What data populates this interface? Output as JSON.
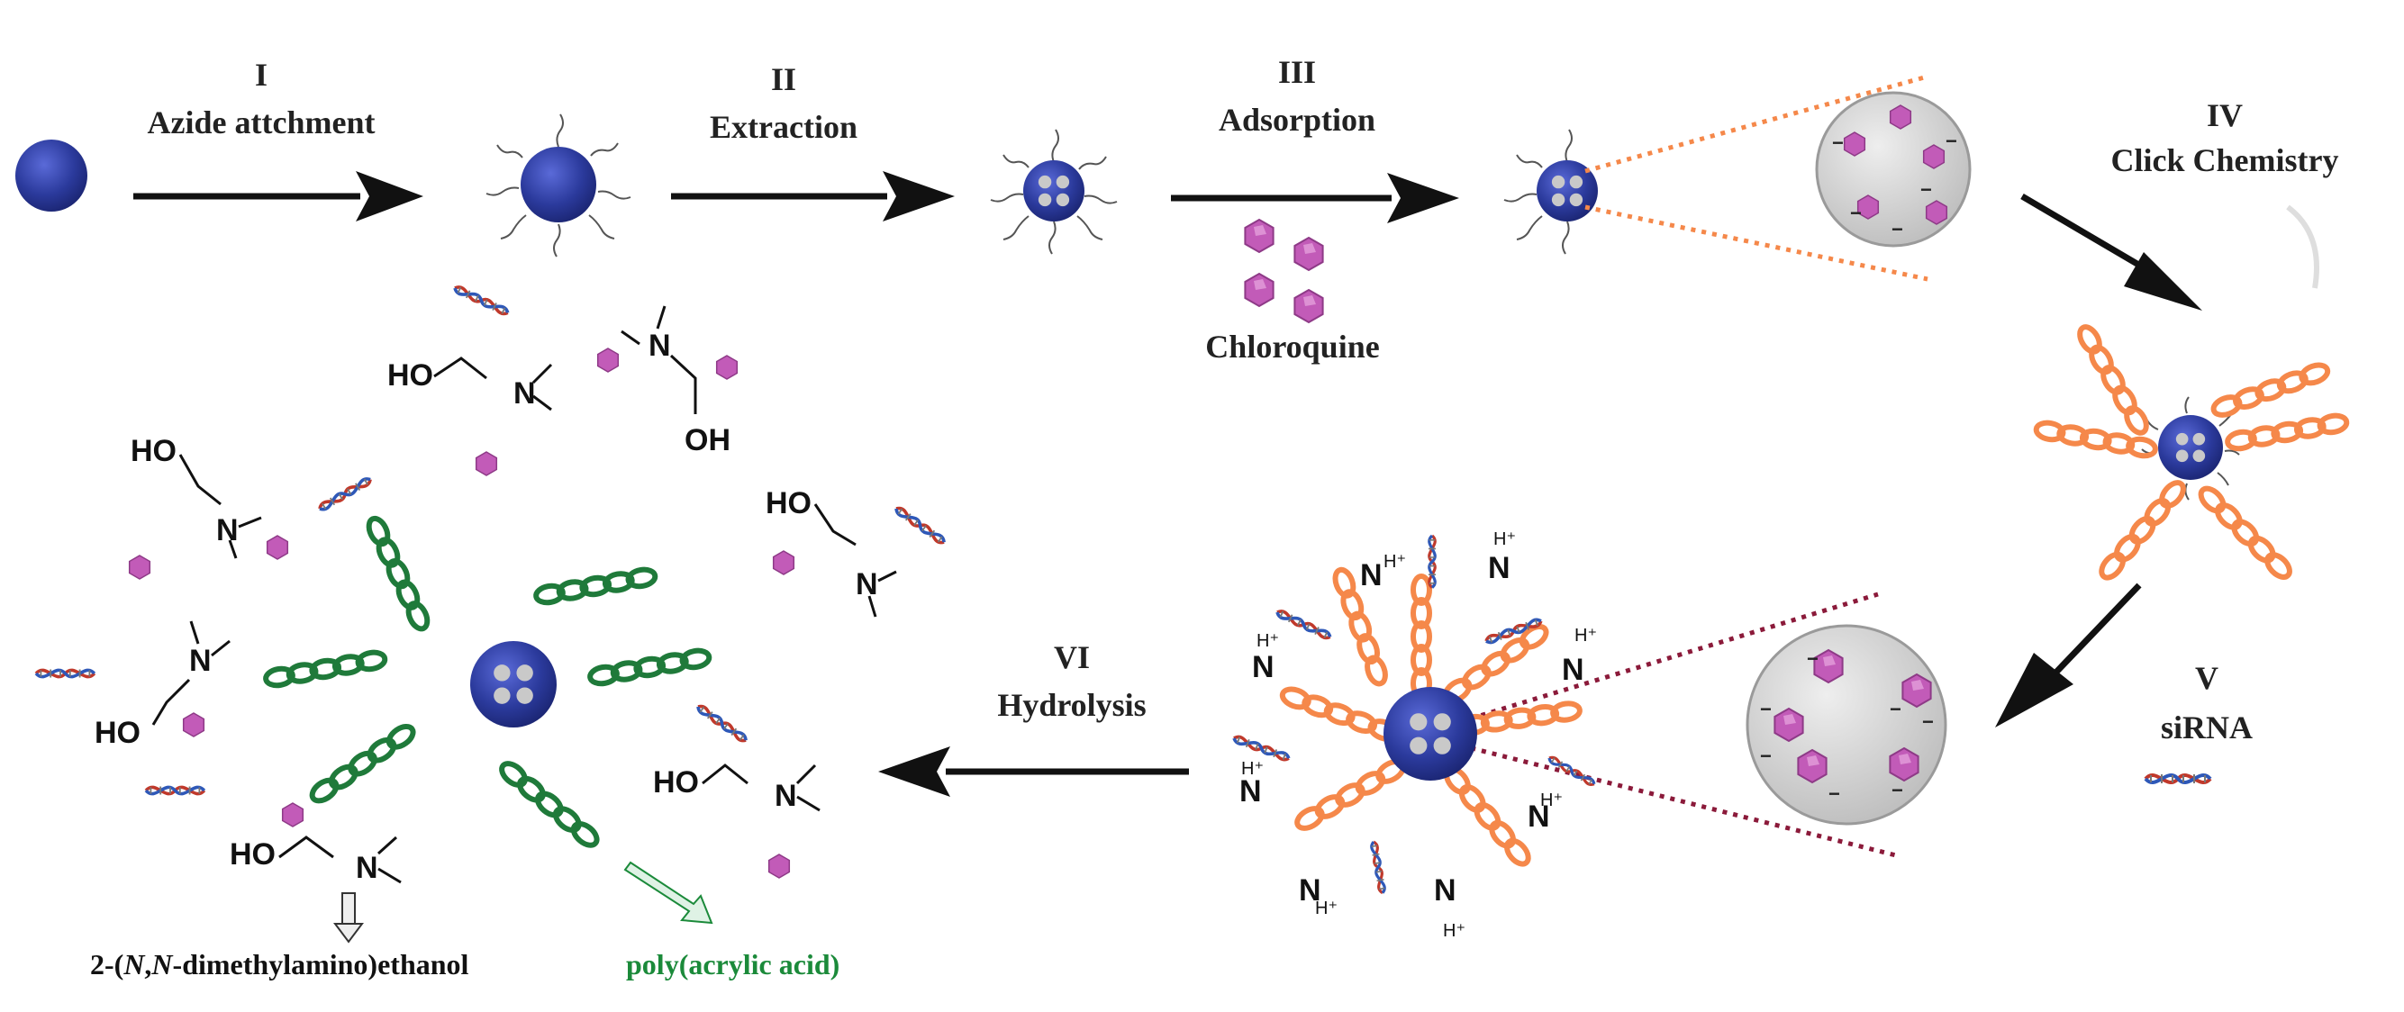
{
  "steps": [
    {
      "num": "I",
      "label": "Azide attchment"
    },
    {
      "num": "II",
      "label": "Extraction"
    },
    {
      "num": "III",
      "label": "Adsorption"
    },
    {
      "num": "IV",
      "label": "Click Chemistry"
    },
    {
      "num": "V",
      "label": "siRNA"
    },
    {
      "num": "VI",
      "label": "Hydrolysis"
    }
  ],
  "reagents": {
    "chloroquine": "Chloroquine",
    "dmae_caption_prefix": "2-(",
    "dmae_caption_italic1": "N",
    "dmae_caption_comma": ",",
    "dmae_caption_italic2": "N",
    "dmae_caption_suffix": "-dimethylamino)ethanol",
    "paa_caption": "poly(acrylic acid)"
  },
  "chem_labels": {
    "ho": "HO",
    "oh": "OH",
    "n": "N",
    "h": "H",
    "h_plus": "H⁺",
    "plus": "+",
    "minus": "−"
  },
  "colors": {
    "nanoparticle": "#2b3a9c",
    "drug": "#c25bb8",
    "polymer_cationic": "#f5884a",
    "polymer_anion": "#1f7a3a",
    "caption_green": "#1b8a3a",
    "zoom_orange": "#f5884a",
    "zoom_maroon": "#8b1a3a",
    "zoom_circle": "#cfcfcf"
  }
}
